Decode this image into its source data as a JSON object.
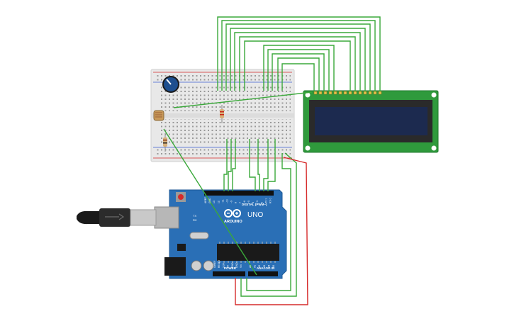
{
  "arduino": {
    "brand": "ARDUINO",
    "model": "UNO",
    "digital_header": "DIGITAL (PWM~)",
    "power_header": "POWER",
    "analog_header": "ANALOG IN",
    "tx_label": "TX",
    "rx_label": "RX",
    "pin_labels_top": [
      "AREF",
      "GND",
      "13",
      "12",
      "~11",
      "~10",
      "~9",
      "8",
      "7",
      "~6",
      "~5",
      "4",
      "~3",
      "2",
      "TX 1",
      "RX 0"
    ],
    "pin_labels_power": [
      "IOREF",
      "RESET",
      "3.3V",
      "5V",
      "GND",
      "GND",
      "Vin"
    ],
    "pin_labels_analog": [
      "A0",
      "A1",
      "A2",
      "A3",
      "A4",
      "A5"
    ]
  },
  "colors": {
    "board": "#2a6fb6",
    "board_dark": "#1f5a96",
    "wire_green": "#3aa83a",
    "wire_red": "#d62a2a",
    "breadboard": "#e9e9e9",
    "lcd_frame": "#2f9a3c",
    "lcd_screen": "#1c2a4f",
    "pot_knob": "#1e4f8f"
  }
}
